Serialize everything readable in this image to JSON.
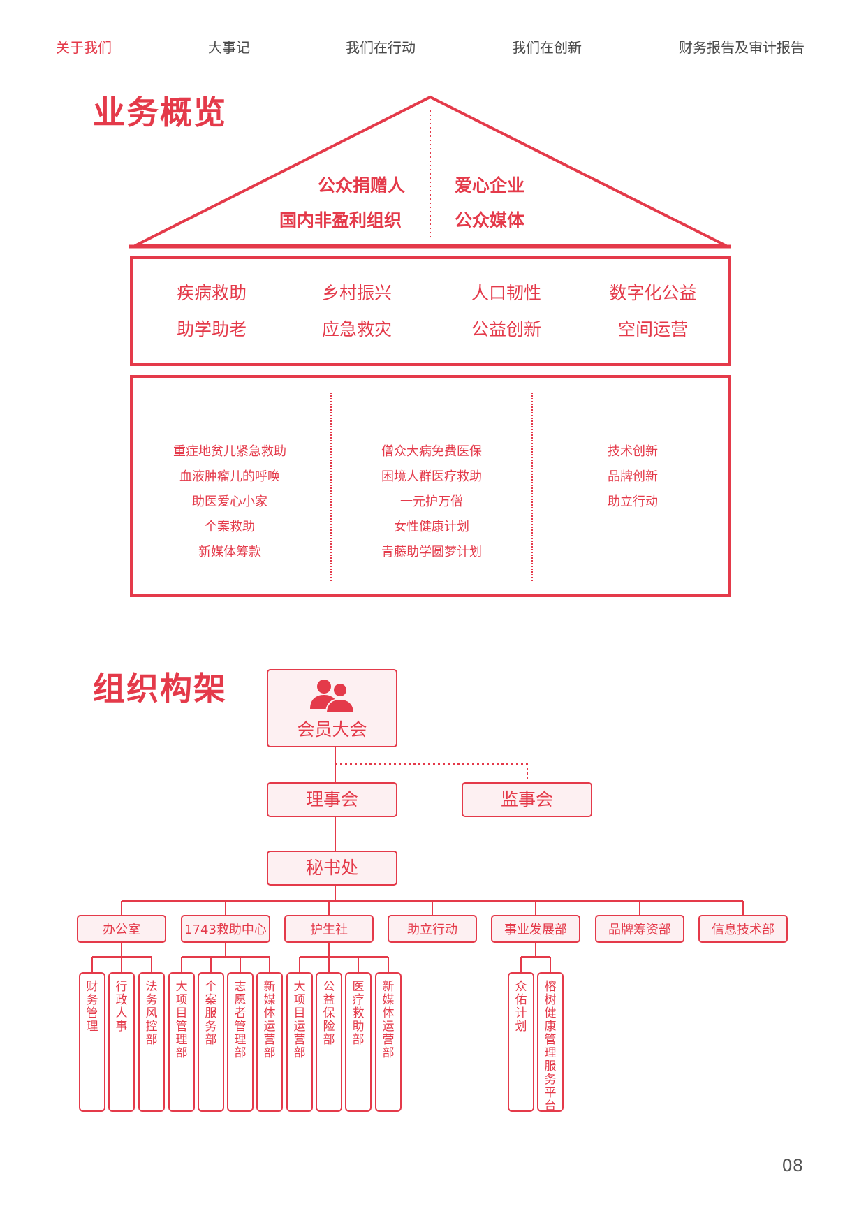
{
  "nav": [
    {
      "label": "关于我们",
      "active": true
    },
    {
      "label": "大事记",
      "active": false
    },
    {
      "label": "我们在行动",
      "active": false
    },
    {
      "label": "我们在创新",
      "active": false
    },
    {
      "label": "财务报告及审计报告",
      "active": false
    }
  ],
  "overview": {
    "title": "业务概览",
    "roof_left": [
      "公众捐赠人",
      "国内非盈利组织"
    ],
    "roof_right": [
      "爱心企业",
      "公众媒体"
    ],
    "middle": [
      [
        "疾病救助",
        "乡村振兴",
        "人口韧性",
        "数字化公益"
      ],
      [
        "助学助老",
        "应急救灾",
        "公益创新",
        "空间运营"
      ]
    ],
    "columns": [
      [
        "重症地贫儿紧急救助",
        "血液肿瘤儿的呼唤",
        "助医爱心小家",
        "个案救助",
        "新媒体筹款"
      ],
      [
        "僧众大病免费医保",
        "困境人群医疗救助",
        "一元护万僧",
        "女性健康计划",
        "青藤助学圆梦计划"
      ],
      [
        "技术创新",
        "品牌创新",
        "助立行动"
      ]
    ]
  },
  "org": {
    "title": "组织构架",
    "assembly": "会员大会",
    "council": "理事会",
    "supervisors": "监事会",
    "secretariat": "秘书处",
    "departments": [
      "办公室",
      "1743救助中心",
      "护生社",
      "助立行动",
      "事业发展部",
      "品牌筹资部",
      "信息技术部"
    ],
    "subunits": {
      "office": [
        "财务管理",
        "行政人事",
        "法务风控部"
      ],
      "center1743": [
        "大项目管理部",
        "个案服务部",
        "志愿者管理部",
        "新媒体运营部"
      ],
      "husheng": [
        "大项目运营部",
        "公益保险部",
        "医疗救助部",
        "新媒体运营部"
      ],
      "development": [
        "众佑计划",
        "榕树健康管理服务平台"
      ]
    }
  },
  "page_number": "08",
  "colors": {
    "accent": "#e43a4a",
    "box_fill": "#fdf0f2",
    "nav_text": "#4a4a4a"
  }
}
